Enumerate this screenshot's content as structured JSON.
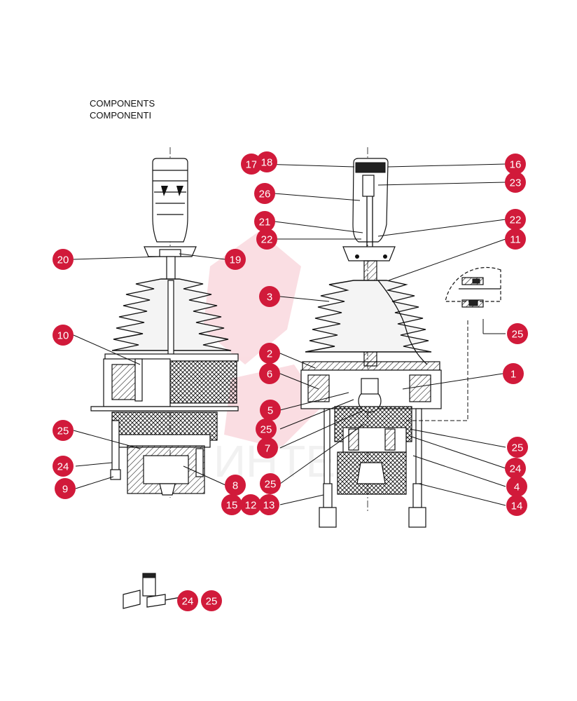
{
  "title": {
    "line1": "COMPONENTS",
    "line2": "COMPONENTI"
  },
  "watermark": {
    "text": "ИНТЕ"
  },
  "colors": {
    "callout": "#d11a3a",
    "callout_text": "#ffffff",
    "ink": "#111111",
    "watermark": "#f3c7cf"
  },
  "callouts": [
    {
      "label": "17"
    },
    {
      "label": "18"
    },
    {
      "label": "16"
    },
    {
      "label": "23"
    },
    {
      "label": "26"
    },
    {
      "label": "21"
    },
    {
      "label": "22"
    },
    {
      "label": "22"
    },
    {
      "label": "11"
    },
    {
      "label": "20"
    },
    {
      "label": "19"
    },
    {
      "label": "3"
    },
    {
      "label": "10"
    },
    {
      "label": "25"
    },
    {
      "label": "2"
    },
    {
      "label": "1"
    },
    {
      "label": "6"
    },
    {
      "label": "5"
    },
    {
      "label": "25"
    },
    {
      "label": "7"
    },
    {
      "label": "25"
    },
    {
      "label": "24"
    },
    {
      "label": "24"
    },
    {
      "label": "9"
    },
    {
      "label": "8"
    },
    {
      "label": "25"
    },
    {
      "label": "4"
    },
    {
      "label": "15"
    },
    {
      "label": "12"
    },
    {
      "label": "13"
    },
    {
      "label": "14"
    },
    {
      "label": "25"
    },
    {
      "label": "24"
    },
    {
      "label": "25"
    }
  ]
}
